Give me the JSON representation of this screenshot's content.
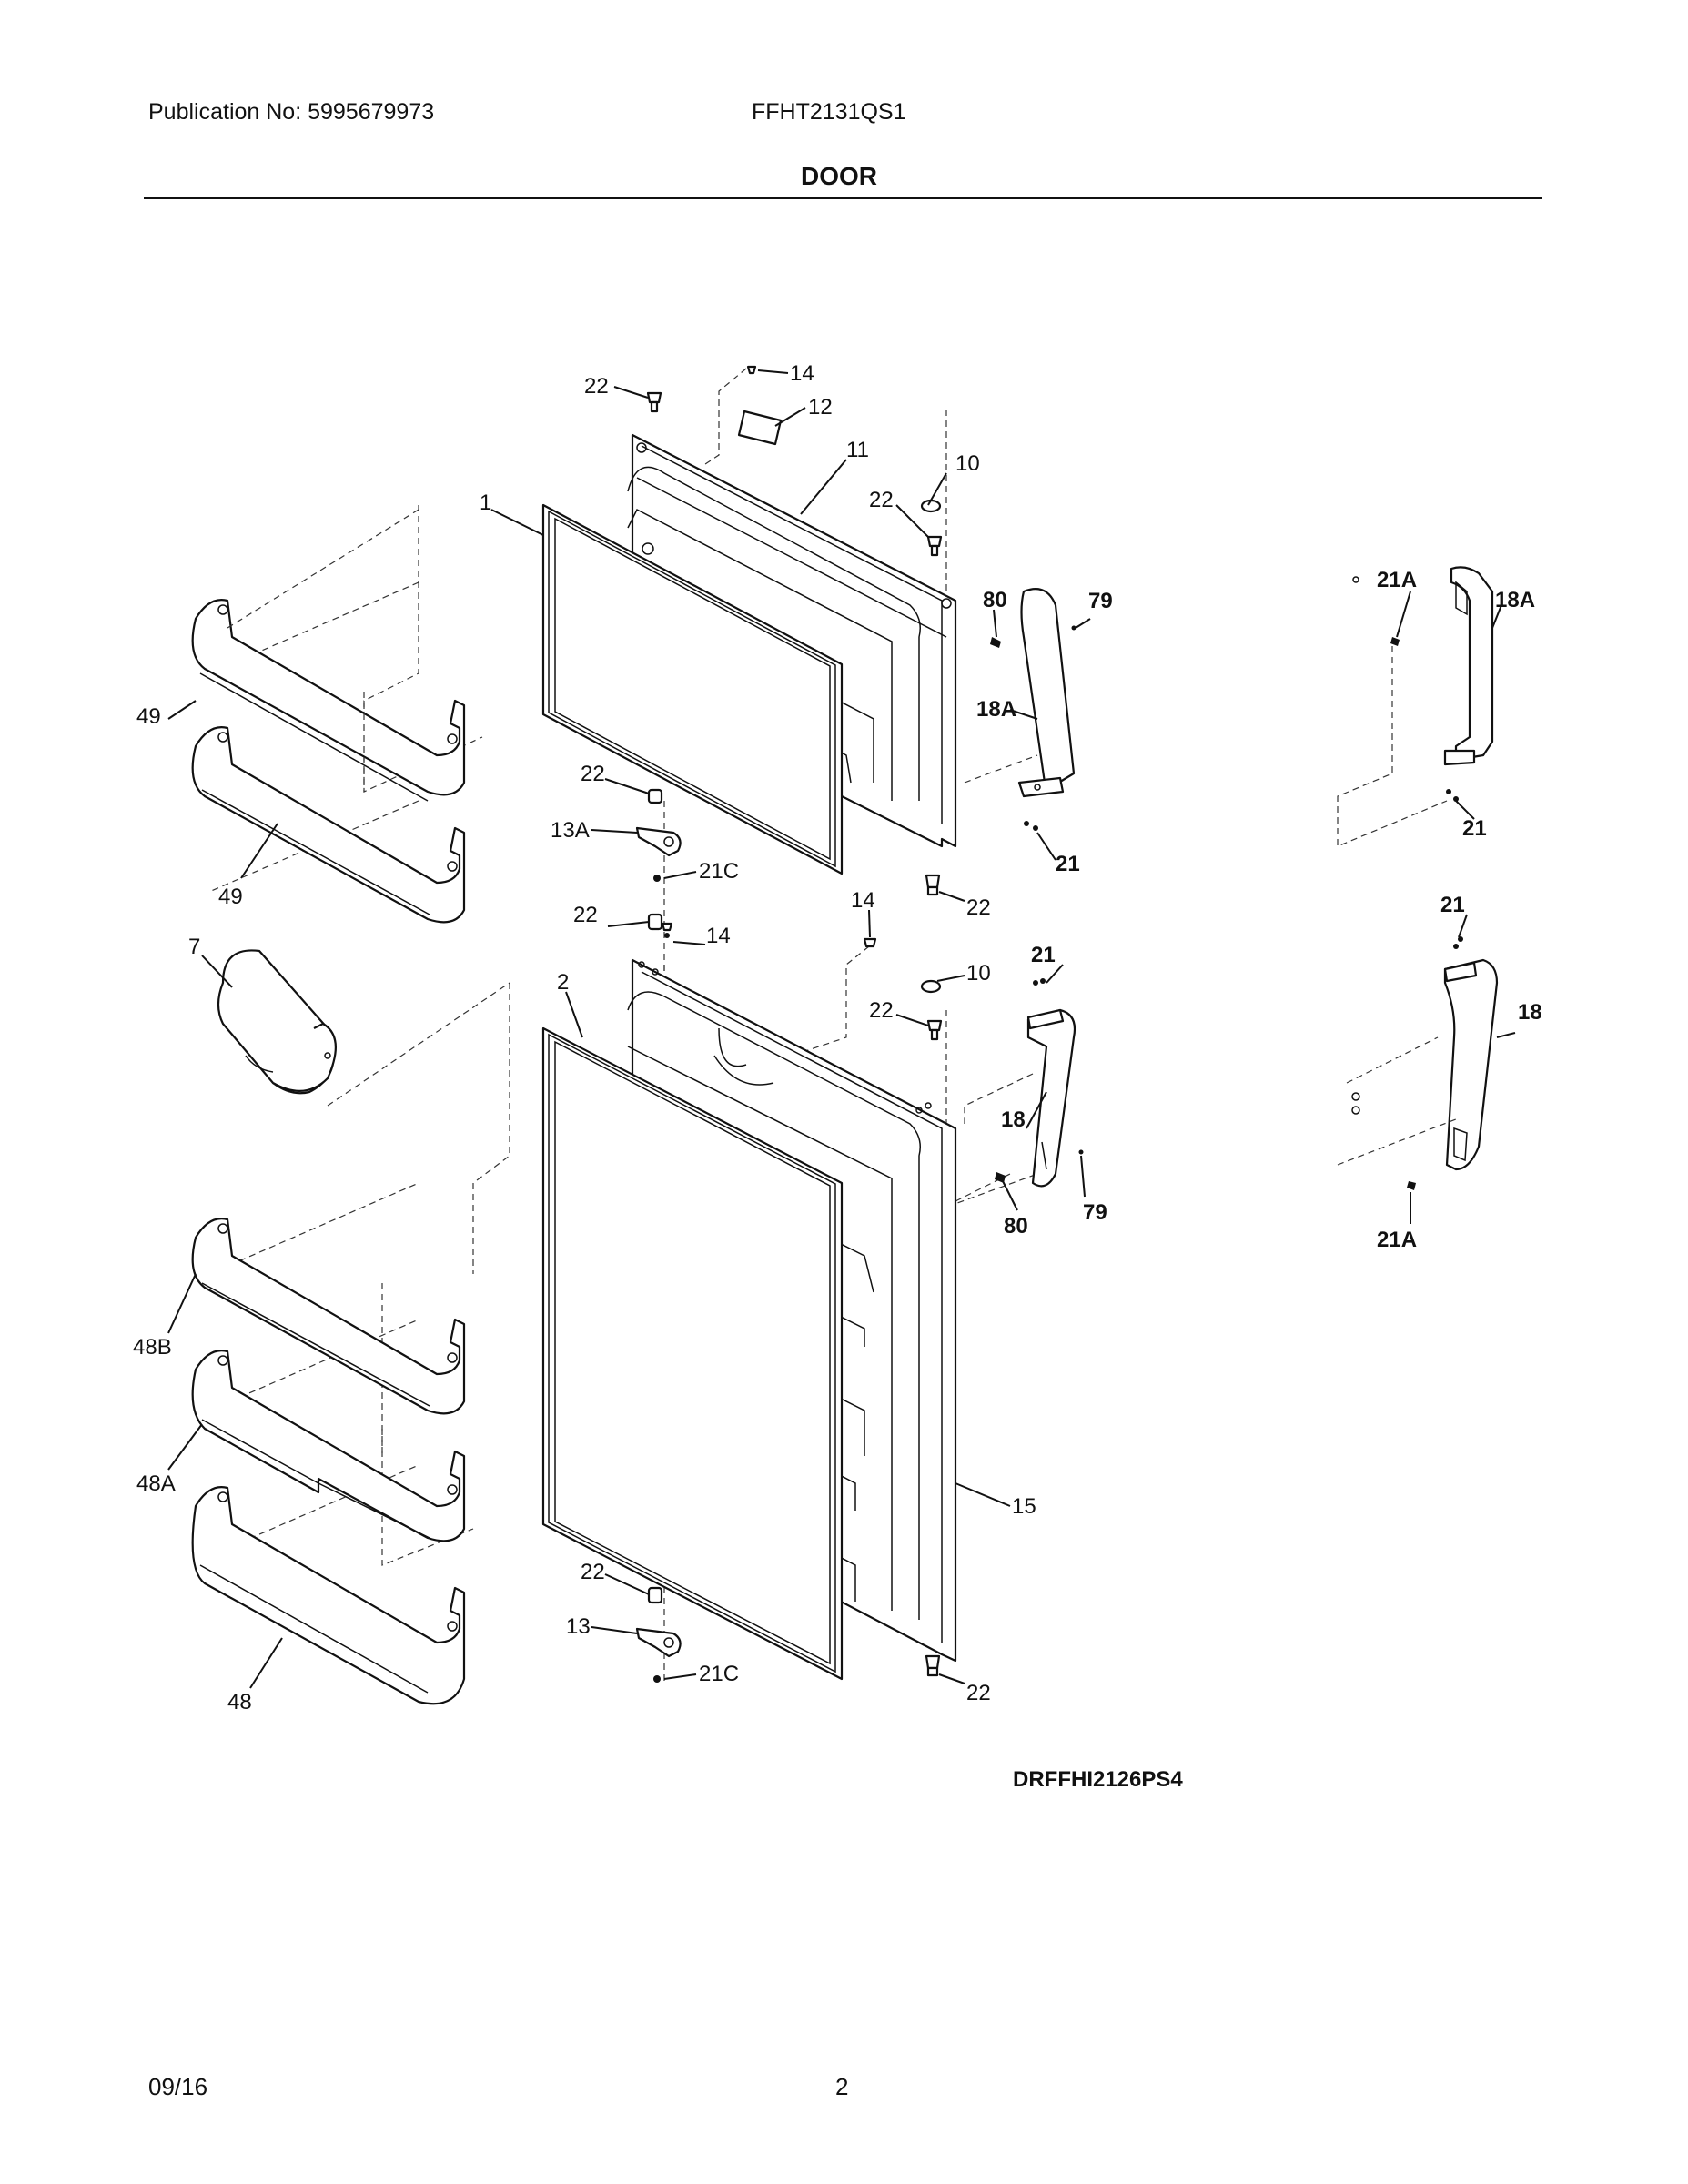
{
  "header": {
    "publication": "Publication No: 5995679973",
    "model": "FFHT2131QS1",
    "section": "DOOR"
  },
  "footer": {
    "date": "09/16",
    "page": "2"
  },
  "diagram": {
    "code": "DRFFHI2126PS4",
    "labels": {
      "p14_top": "14",
      "p12": "12",
      "p22_top": "22",
      "p11": "11",
      "p10_top": "10",
      "p22_upper_right": "22",
      "p1": "1",
      "p49_a": "49",
      "p49_b": "49",
      "p80_upper": "80",
      "p79_upper": "79",
      "p18A_upper": "18A",
      "p22_upper_hinge": "22",
      "p13A": "13A",
      "p21C_upper": "21C",
      "p22_upper_bottom": "22",
      "p21_upper": "21",
      "p21A_side_top": "21A",
      "p18A_side": "18A",
      "p21_side_top": "21",
      "p22_lower_top": "22",
      "p14_lower_a": "14",
      "p14_lower_b": "14",
      "p10_lower": "10",
      "p22_lower_right": "22",
      "p21_lower": "21",
      "p7": "7",
      "p2": "2",
      "p18_lower": "18",
      "p80_lower": "80",
      "p79_lower": "79",
      "p21_side_lower": "21",
      "p18_side": "18",
      "p21A_side_lower": "21A",
      "p48B": "48B",
      "p48A": "48A",
      "p48": "48",
      "p15": "15",
      "p22_lower_hinge": "22",
      "p13": "13",
      "p21C_lower": "21C",
      "p22_lower_bottom": "22"
    }
  }
}
